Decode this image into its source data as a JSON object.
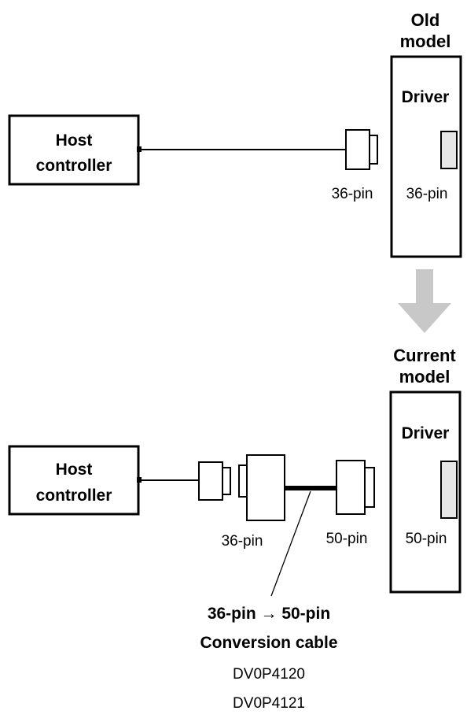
{
  "colors": {
    "stroke": "#000000",
    "arrow": "#c8c8c8",
    "connector_fill": "#e6e6e6",
    "background": "#ffffff"
  },
  "icons": {
    "arrow": "down-arrow-icon",
    "connector": "connector-plug-icon",
    "port": "connector-port-icon"
  },
  "old_setup": {
    "model_label_line1": "Old",
    "model_label_line2": "model",
    "driver_label": "Driver",
    "host_label_line1": "Host",
    "host_label_line2": "controller",
    "cable_pin_label": "36-pin",
    "driver_pin_label": "36-pin"
  },
  "current_setup": {
    "model_label_line1": "Current",
    "model_label_line2": "model",
    "driver_label": "Driver",
    "host_label_line1": "Host",
    "host_label_line2": "controller",
    "left_pin_label": "36-pin",
    "right_pin_label": "50-pin",
    "driver_pin_label": "50-pin"
  },
  "conversion_cable": {
    "title_line1": "36-pin → 50-pin",
    "title_line2": "Conversion cable",
    "part_numbers": [
      "DV0P4120",
      "DV0P4121"
    ]
  }
}
